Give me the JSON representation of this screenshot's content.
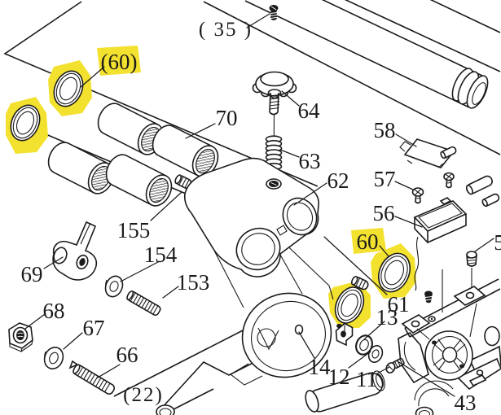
{
  "diagram": {
    "type": "exploded-parts-diagram",
    "description": "Isometric exploded parts view with numbered callouts; part 60 O-rings and labels are highlighted in yellow marker",
    "colors": {
      "background": "#ffffff",
      "line": "#1b1b1b",
      "highlight": "#f3e12f"
    },
    "callouts": [
      {
        "id": "35",
        "text": "( 35 )",
        "highlighted": false,
        "points_to": "screw-top"
      },
      {
        "id": "60a",
        "text": "(60)",
        "highlighted": true,
        "points_to": "o-ring-1"
      },
      {
        "id": "70",
        "text": "70",
        "highlighted": false,
        "points_to": "bushings"
      },
      {
        "id": "64",
        "text": "64",
        "highlighted": false,
        "points_to": "star-knob"
      },
      {
        "id": "63",
        "text": "63",
        "highlighted": false,
        "points_to": "spring"
      },
      {
        "id": "62",
        "text": "62",
        "highlighted": false,
        "points_to": "arm-casting"
      },
      {
        "id": "58",
        "text": "58",
        "highlighted": false,
        "points_to": "plate"
      },
      {
        "id": "57",
        "text": "57",
        "highlighted": false,
        "points_to": "pan-screws"
      },
      {
        "id": "56",
        "text": "56",
        "highlighted": false,
        "points_to": "tray"
      },
      {
        "id": "60b",
        "text": "60",
        "highlighted": true,
        "points_to": "o-ring-3"
      },
      {
        "id": "61",
        "text": "61",
        "highlighted": false,
        "points_to": "sleeve-pin"
      },
      {
        "id": "13",
        "text": "13",
        "highlighted": false,
        "points_to": "retainer-ring"
      },
      {
        "id": "155",
        "text": "155",
        "highlighted": false,
        "points_to": "knurled-pin"
      },
      {
        "id": "154",
        "text": "154",
        "highlighted": false,
        "points_to": "washer-small"
      },
      {
        "id": "153",
        "text": "153",
        "highlighted": false,
        "points_to": "threaded-stud"
      },
      {
        "id": "69",
        "text": "69",
        "highlighted": false,
        "points_to": "clamp-handle"
      },
      {
        "id": "68",
        "text": "68",
        "highlighted": false,
        "points_to": "hex-nut"
      },
      {
        "id": "67",
        "text": "67",
        "highlighted": false,
        "points_to": "washer-large"
      },
      {
        "id": "66",
        "text": "66",
        "highlighted": false,
        "points_to": "threaded-bolt"
      },
      {
        "id": "14",
        "text": "14",
        "highlighted": false,
        "points_to": "disc-hole"
      },
      {
        "id": "12",
        "text": "12",
        "highlighted": false,
        "points_to": "flat-washer"
      },
      {
        "id": "11",
        "text": "11",
        "highlighted": false,
        "points_to": "screw-small"
      },
      {
        "id": "43",
        "text": "43",
        "highlighted": false,
        "points_to": "bearing-housing"
      },
      {
        "id": "22",
        "text": "(22)",
        "highlighted": false,
        "points_to": "base-panel"
      },
      {
        "id": "5x",
        "text": "5",
        "highlighted": false,
        "points_to": "set-screw",
        "note": "clipped at right edge"
      }
    ],
    "highlighted_part_count": 4
  }
}
